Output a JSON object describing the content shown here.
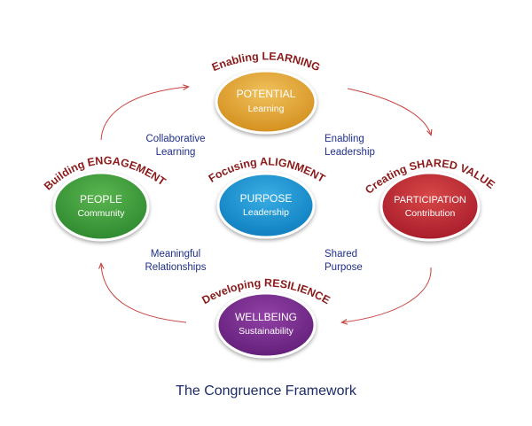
{
  "nodes": {
    "top": {
      "arc_label": "Enabling LEARNING",
      "title": "POTENTIAL",
      "subtitle": "Learning",
      "color": "#e2a234"
    },
    "left": {
      "arc_label": "Building ENGAGEMENT",
      "title": "PEOPLE",
      "subtitle": "Community",
      "color": "#3f9a3b"
    },
    "center": {
      "arc_label": "Focusing ALIGNMENT",
      "title": "PURPOSE",
      "subtitle": "Leadership",
      "color": "#1a93d2"
    },
    "right": {
      "arc_label": "Creating SHARED VALUE",
      "title": "PARTICIPATION",
      "subtitle": "Contribution",
      "color": "#c02a35"
    },
    "bottom": {
      "arc_label": "Developing RESILIENCE",
      "title": "WELLBEING",
      "subtitle": "Sustainability",
      "color": "#7a2b8c"
    }
  },
  "links": {
    "top_left": {
      "line1": "Collaborative",
      "line2": "Learning"
    },
    "top_right": {
      "line1": "Enabling",
      "line2": "Leadership"
    },
    "bottom_left": {
      "line1": "Meaningful",
      "line2": "Relationships"
    },
    "bottom_right": {
      "line1": "Shared",
      "line2": "Purpose"
    }
  },
  "colors": {
    "arc_label": "#8b1a1a",
    "arrow": "#c8423f",
    "link_text": "#1f2f8a",
    "caption": "#1c2a6a"
  },
  "caption": "The Congruence Framework"
}
